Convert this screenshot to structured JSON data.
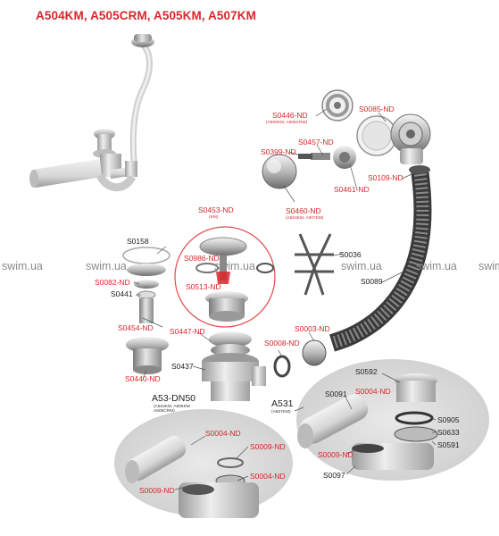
{
  "title": "A504KM, A505CRM, A505KM, A507KM",
  "watermark": "swim.ua",
  "colors": {
    "label_red": "#d9262a",
    "label_black": "#222222",
    "accent_circle": "#e04a4a",
    "watermark": "#8a8a8a"
  },
  "groups": {
    "dn50": {
      "name": "A53-DN50",
      "note": "(A504KM, A505KM\nA505CRM)"
    },
    "a531": {
      "name": "A531",
      "note": "(A507KM)"
    }
  },
  "labels": {
    "s0446": {
      "text": "S0446-ND",
      "note": "(A505KM, A505CRM)"
    },
    "s0085": {
      "text": "S0085-ND"
    },
    "s0457": {
      "text": "S0457-ND"
    },
    "s0399": {
      "text": "S0399-ND"
    },
    "s0461": {
      "text": "S0461-ND"
    },
    "s0109": {
      "text": "S0109-ND"
    },
    "s0460": {
      "text": "S0460-ND",
      "note": "(A504KM, A507KM)"
    },
    "s0453": {
      "text": "S0453-ND",
      "note": "(KM)"
    },
    "s0158": {
      "text": "S0158"
    },
    "s0986": {
      "text": "S0986-ND"
    },
    "s0082": {
      "text": "S0082-ND"
    },
    "s0513": {
      "text": "S0513-ND"
    },
    "s0036": {
      "text": "S0036"
    },
    "s0089": {
      "text": "S0089"
    },
    "s0441": {
      "text": "S0441"
    },
    "s0454": {
      "text": "S0454-ND"
    },
    "s0447": {
      "text": "S0447-ND"
    },
    "s0008": {
      "text": "S0008-ND"
    },
    "s0003": {
      "text": "S0003-ND"
    },
    "s0437": {
      "text": "S0437"
    },
    "s0440": {
      "text": "S0440-ND"
    },
    "s0592": {
      "text": "S0592"
    },
    "s0004b": {
      "text": "S0004-ND"
    },
    "s0091": {
      "text": "S0091"
    },
    "s0905": {
      "text": "S0905"
    },
    "s0633": {
      "text": "S0633"
    },
    "s0591": {
      "text": "S0591"
    },
    "s0009b": {
      "text": "S0009-ND"
    },
    "s0097": {
      "text": "S0097"
    },
    "s0004a": {
      "text": "S0004-ND"
    },
    "s0009a1": {
      "text": "S0009-ND"
    },
    "s0004a2": {
      "text": "S0004-ND"
    },
    "s0009a2": {
      "text": "S0009-ND"
    }
  }
}
